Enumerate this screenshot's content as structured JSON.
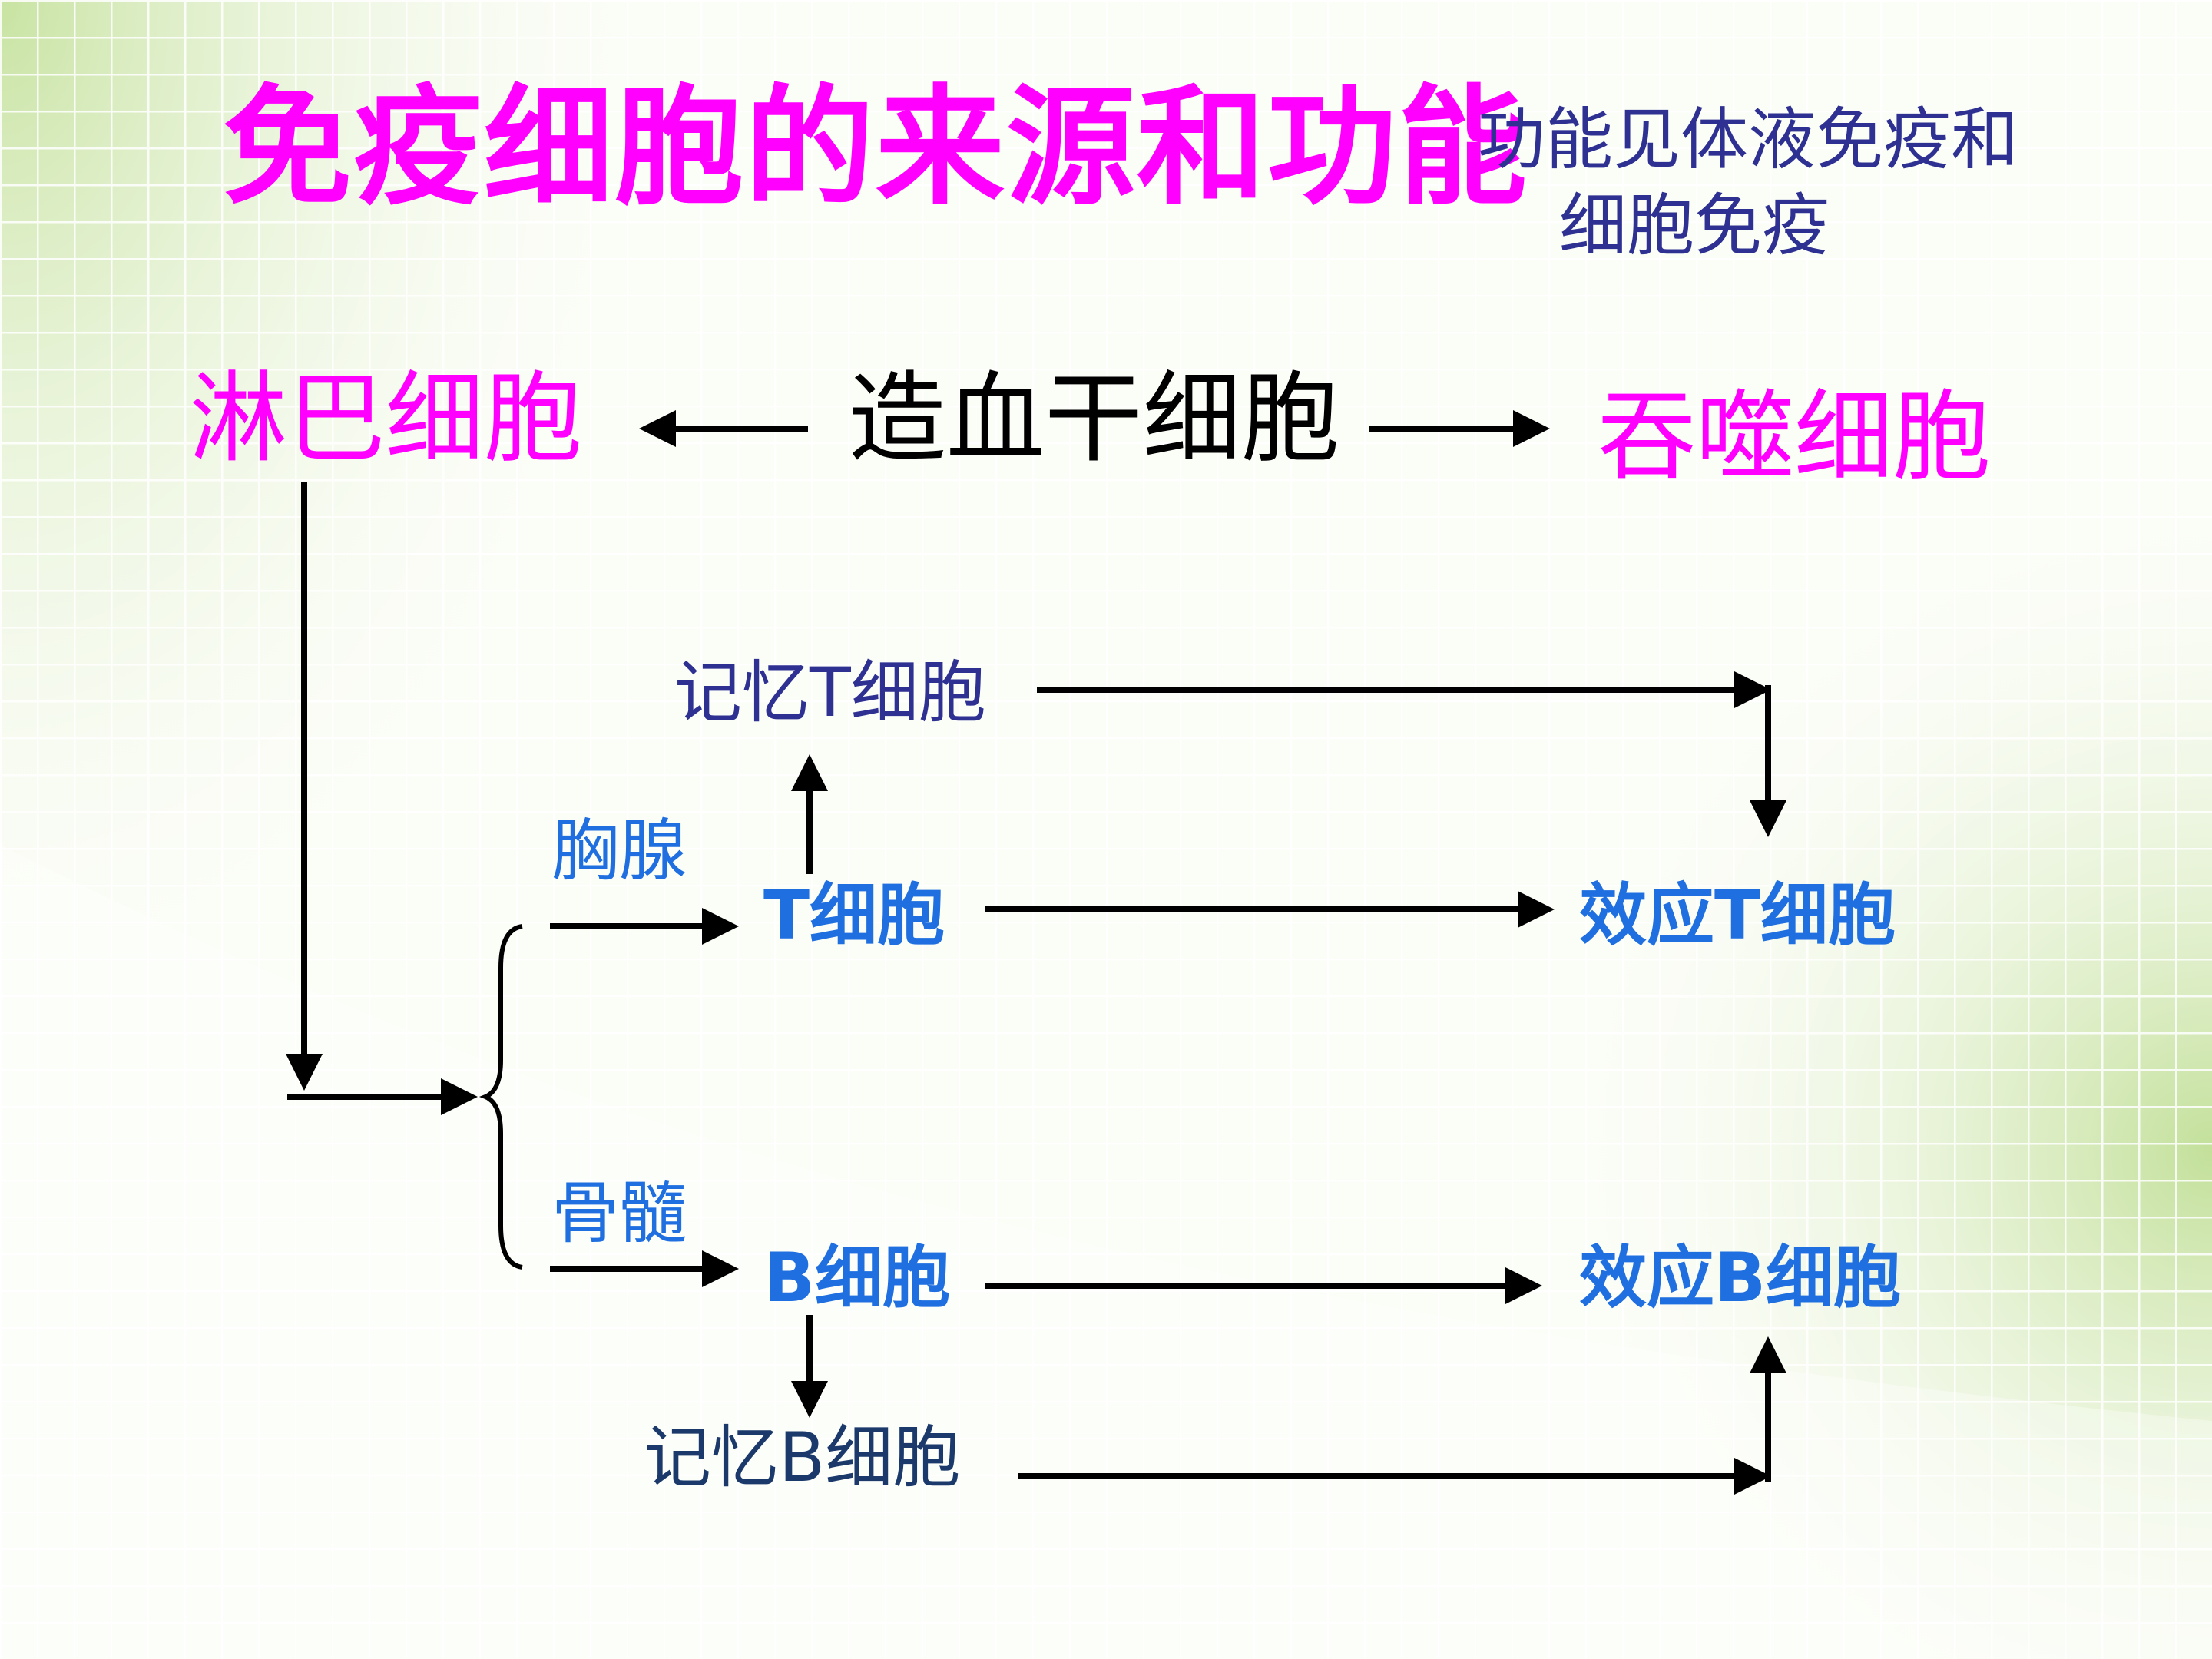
{
  "title": "免疫细胞的来源和功能",
  "note": {
    "line1": "功能见体液免疫和",
    "line2": "细胞免疫"
  },
  "nodes": {
    "lymphocyte": "淋巴细胞",
    "hematopoietic_stem_cell": "造血干细胞",
    "macrophage": "吞噬细胞",
    "memory_t_cell": "记忆T细胞",
    "thymus": "胸腺",
    "t_cell": "T细胞",
    "effector_t_cell": "效应T细胞",
    "bone_marrow": "骨髓",
    "b_cell": "B细胞",
    "effector_b_cell": "效应B细胞",
    "memory_b_cell": "记忆B细胞"
  },
  "colors": {
    "magenta": "#ff00ff",
    "navy": "#2e3192",
    "blue": "#1f6fe0",
    "dark_navy": "#1b3a6b",
    "black": "#000000"
  }
}
